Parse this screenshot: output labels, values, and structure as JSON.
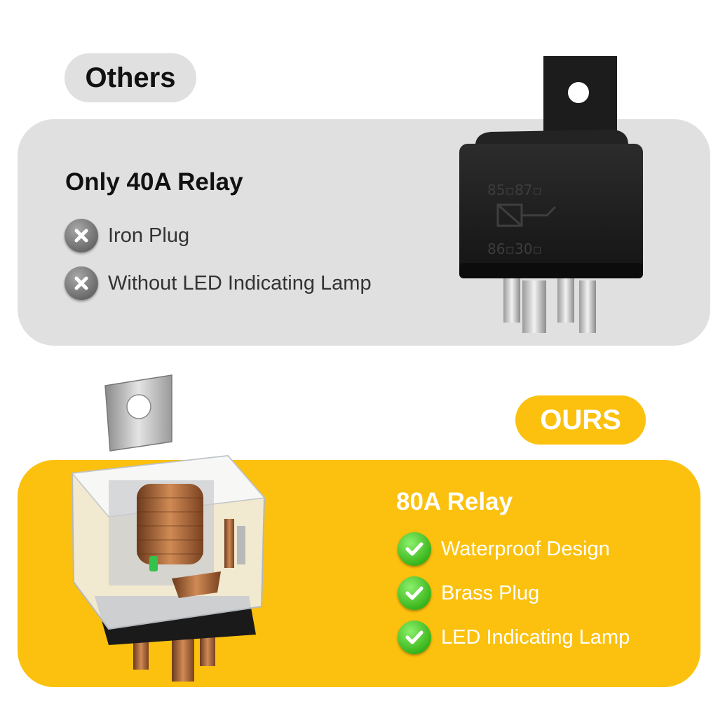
{
  "others": {
    "tag": "Others",
    "title": "Only 40A Relay",
    "features": [
      {
        "label": "Iron Plug",
        "icon": "x-icon"
      },
      {
        "label": "Without LED Indicating Lamp",
        "icon": "x-icon"
      }
    ]
  },
  "ours": {
    "tag": "OURS",
    "title": "80A Relay",
    "features": [
      {
        "label": "Waterproof Design",
        "icon": "check-icon"
      },
      {
        "label": "Brass Plug",
        "icon": "check-icon"
      },
      {
        "label": "LED Indicating Lamp",
        "icon": "check-icon"
      }
    ]
  },
  "colors": {
    "gray_panel": "#e0e0e0",
    "yellow_panel": "#fbc10e",
    "check_green": "#3ab51c",
    "x_gray": "#6a6a6a"
  }
}
